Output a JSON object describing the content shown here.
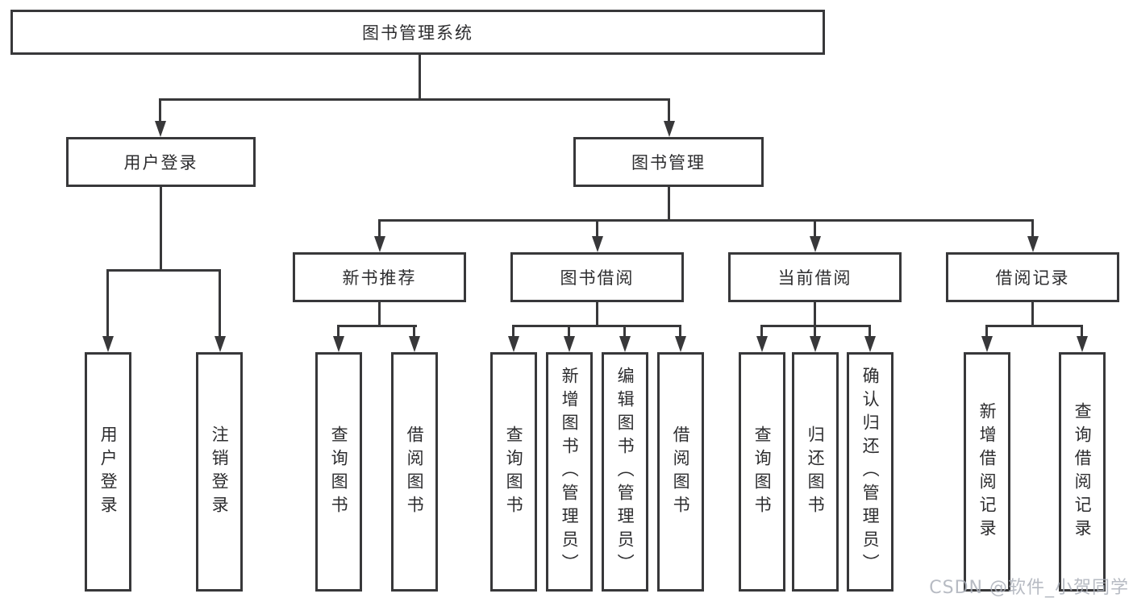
{
  "diagram": {
    "title": "图书管理系统",
    "root": {
      "label": "图书管理系统"
    },
    "branches": [
      {
        "id": "user-login",
        "label": "用户登录"
      },
      {
        "id": "book-management",
        "label": "图书管理"
      }
    ],
    "modules": [
      {
        "id": "new-book-recommend",
        "label": "新书推荐"
      },
      {
        "id": "book-borrowing",
        "label": "图书借阅"
      },
      {
        "id": "current-borrowing",
        "label": "当前借阅"
      },
      {
        "id": "borrowing-records",
        "label": "借阅记录"
      }
    ],
    "leaves": [
      {
        "parent": "用户登录",
        "label": "用户登录"
      },
      {
        "parent": "用户登录",
        "label": "注销登录"
      },
      {
        "parent": "新书推荐",
        "label": "查询图书"
      },
      {
        "parent": "新书推荐",
        "label": "借阅图书"
      },
      {
        "parent": "图书借阅",
        "label": "查询图书"
      },
      {
        "parent": "图书借阅",
        "label": "新增图书（管理员）"
      },
      {
        "parent": "图书借阅",
        "label": "编辑图书（管理员）"
      },
      {
        "parent": "图书借阅",
        "label": "借阅图书"
      },
      {
        "parent": "当前借阅",
        "label": "查询图书"
      },
      {
        "parent": "当前借阅",
        "label": "归还图书"
      },
      {
        "parent": "当前借阅",
        "label": "确认归还（管理员）"
      },
      {
        "parent": "借阅记录",
        "label": "新增借阅记录"
      },
      {
        "parent": "借阅记录",
        "label": "查询借阅记录"
      }
    ]
  },
  "watermark": {
    "text": "CSDN @软件_小贺同学"
  },
  "colors": {
    "background": "#ffffff",
    "line": "#38383a",
    "box_border": "#38383a",
    "text": "#2d2d2f",
    "watermark": "#aaafb8"
  }
}
